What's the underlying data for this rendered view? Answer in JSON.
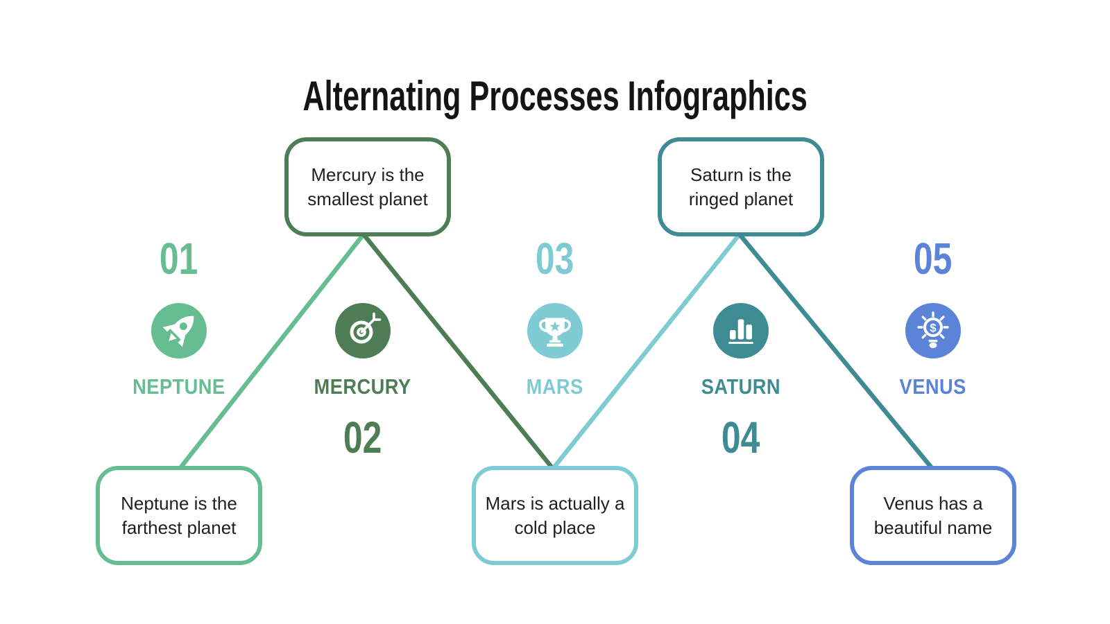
{
  "title": "Alternating Processes Infographics",
  "steps": [
    {
      "number": "01",
      "name": "NEPTUNE",
      "description": "Neptune is the farthest planet",
      "color": "#67BD92",
      "icon": "rocket-icon",
      "box_position": "bottom"
    },
    {
      "number": "02",
      "name": "MERCURY",
      "description": "Mercury is the smallest planet",
      "color": "#4E7D55",
      "icon": "target-dart-icon",
      "box_position": "top"
    },
    {
      "number": "03",
      "name": "MARS",
      "description": "Mars is actually a cold place",
      "color": "#7ECBD4",
      "icon": "trophy-icon",
      "box_position": "bottom"
    },
    {
      "number": "04",
      "name": "SATURN",
      "description": "Saturn is the ringed planet",
      "color": "#3E8B94",
      "icon": "bar-chart-icon",
      "box_position": "top"
    },
    {
      "number": "05",
      "name": "VENUS",
      "description": "Venus has a beautiful name",
      "color": "#5B84D8",
      "icon": "lightbulb-dollar-icon",
      "box_position": "bottom"
    }
  ],
  "connectors": [
    {
      "from": "Mercury box",
      "to": "Neptune box",
      "color": "#67BD92"
    },
    {
      "from": "Mercury box",
      "to": "Mars box",
      "color": "#4E7D55"
    },
    {
      "from": "Mars box",
      "to": "Saturn box",
      "color": "#7ECBD4"
    },
    {
      "from": "Saturn box",
      "to": "Venus box",
      "color": "#3E8B94"
    }
  ],
  "icon_glyphs": {
    "dollar": "$"
  },
  "background_color": "#ffffff",
  "text_color": "#1f1f1f"
}
